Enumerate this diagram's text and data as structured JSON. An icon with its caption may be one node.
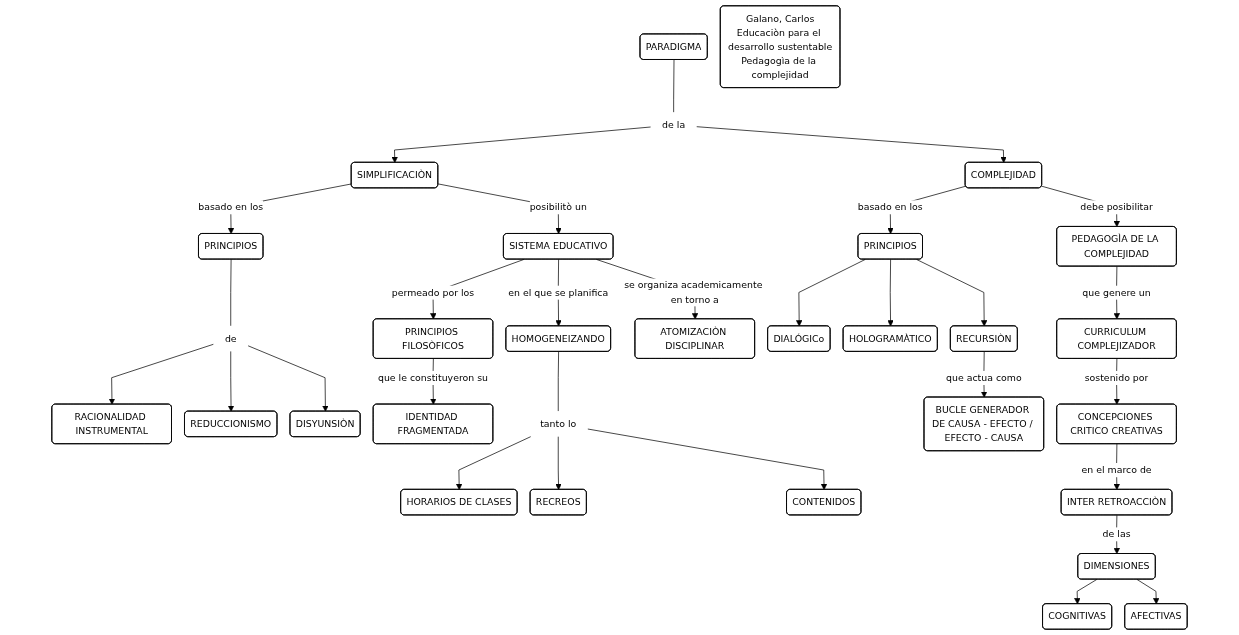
{
  "diagram": {
    "nodes": [
      {
        "text": [
          "PARADIGMA"
        ]
      },
      {
        "text": [
          "de la"
        ]
      },
      {
        "text": [
          "SIMPLIFICACIÒN"
        ]
      },
      {
        "text": [
          "COMPLEJIDAD"
        ]
      },
      {
        "text": [
          "SISTEMA EDUCATIVO"
        ]
      },
      {
        "text": [
          "PRINCIPIOS"
        ]
      },
      {
        "text": [
          "de"
        ]
      },
      {
        "text": [
          "RACIONALIDAD INSTRUMENTAL"
        ]
      },
      {
        "text": [
          "REDUCCIONISMO"
        ]
      },
      {
        "text": [
          "DISYUNSIÒN"
        ]
      },
      {
        "text": [
          "PRINCIPIOS FILOSÒFICOS"
        ]
      },
      {
        "text": [
          "IDENTIDAD FRAGMENTADA"
        ]
      },
      {
        "text": [
          "HOMOGENEIZANDO"
        ]
      },
      {
        "text": [
          "tanto lo"
        ]
      },
      {
        "text": [
          "HORARIOS DE CLASES"
        ]
      },
      {
        "text": [
          "RECREOS"
        ]
      },
      {
        "text": [
          "CONTENIDOS"
        ]
      },
      {
        "text": [
          "ATOMIZACIÒN DISCIPLINAR"
        ]
      },
      {
        "text": [
          "PRINCIPIOS"
        ]
      },
      {
        "text": [
          "DIALÓGICo"
        ]
      },
      {
        "text": [
          "HOLOGRAMÀTICO"
        ]
      },
      {
        "text": [
          "RECURSIÒN"
        ]
      },
      {
        "text": [
          "BUCLE GENERADOR DE CAUSA - EFECTO / EFECTO - CAUSA"
        ]
      },
      {
        "text": [
          "PEDAGOGÌA DE LA COMPLEJIDAD"
        ]
      },
      {
        "text": [
          "CURRICULUM COMPLEJIZADOR"
        ]
      },
      {
        "text": [
          "CONCEPCIONES CRITICO CREATIVAS"
        ]
      },
      {
        "text": [
          "INTER RETROACCIÒN"
        ]
      },
      {
        "text": [
          "DIMENSIONES"
        ]
      },
      {
        "text": [
          "COGNITIVAS"
        ]
      },
      {
        "text": [
          "AFECTIVAS"
        ]
      },
      {
        "text": [
          "Galano, Carlos",
          "Educaciòn para el desarrollo sustentable",
          "Pedagogìa de la complejidad"
        ]
      }
    ],
    "edges": [
      {
        "from": 0,
        "to": 1,
        "arrow": "none"
      },
      {
        "from": 1,
        "to": 2,
        "arrow": "to"
      },
      {
        "from": 1,
        "to": 3,
        "arrow": "to"
      },
      {
        "from": 2,
        "to": 4,
        "arrow": "to",
        "label": "posibilitò un"
      },
      {
        "from": 2,
        "to": 5,
        "arrow": "to",
        "label": "basado en los"
      },
      {
        "from": 5,
        "to": 6,
        "arrow": "none"
      },
      {
        "from": 6,
        "to": 7,
        "arrow": "to"
      },
      {
        "from": 6,
        "to": 8,
        "arrow": "to"
      },
      {
        "from": 6,
        "to": 9,
        "arrow": "to"
      },
      {
        "from": 4,
        "to": 10,
        "arrow": "to",
        "label": "permeado por los"
      },
      {
        "from": 4,
        "to": 12,
        "arrow": "to",
        "label": "en el que se planifica"
      },
      {
        "from": 4,
        "to": 17,
        "arrow": "to",
        "label": "se organiza academicamente en torno a"
      },
      {
        "from": 10,
        "to": 11,
        "arrow": "to",
        "label": "que le constituyeron su"
      },
      {
        "from": 12,
        "to": 13,
        "arrow": "none"
      },
      {
        "from": 13,
        "to": 14,
        "arrow": "to"
      },
      {
        "from": 13,
        "to": 15,
        "arrow": "to"
      },
      {
        "from": 13,
        "to": 16,
        "arrow": "to"
      },
      {
        "from": 3,
        "to": 18,
        "arrow": "to",
        "label": "basado en los"
      },
      {
        "from": 3,
        "to": 23,
        "arrow": "to",
        "label": "debe posibilitar"
      },
      {
        "from": 18,
        "to": 19,
        "arrow": "to"
      },
      {
        "from": 18,
        "to": 21,
        "arrow": "to"
      },
      {
        "from": 18,
        "to": 20,
        "arrow": "to"
      },
      {
        "from": 21,
        "to": 22,
        "arrow": "to",
        "label": "que actua como"
      },
      {
        "from": 23,
        "to": 24,
        "arrow": "to",
        "label": "que genere un"
      },
      {
        "from": 24,
        "to": 25,
        "arrow": "to",
        "label": "sostenido por"
      },
      {
        "from": 25,
        "to": 26,
        "arrow": "to",
        "label": "en el marco de"
      },
      {
        "from": 26,
        "to": 27,
        "arrow": "to",
        "label": "de las"
      },
      {
        "from": 27,
        "to": 28,
        "arrow": "to"
      },
      {
        "from": 27,
        "to": 29,
        "arrow": "to"
      }
    ]
  }
}
